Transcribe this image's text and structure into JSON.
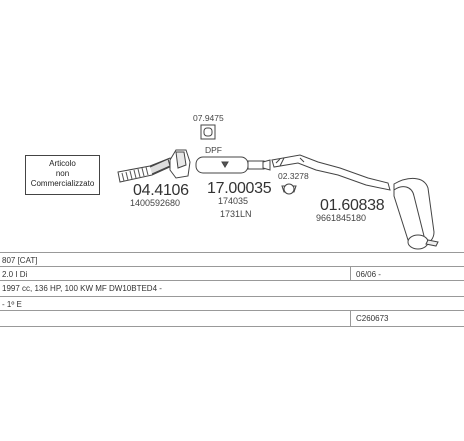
{
  "diagram": {
    "note_lines": [
      "Articolo",
      "non",
      "Commercializzato"
    ],
    "parts": [
      {
        "ref": "04.4106",
        "sub": "1400592680"
      },
      {
        "ref": "17.00035",
        "sub1": "174035",
        "sub2": "1731LN"
      },
      {
        "ref": "01.60838",
        "sub": "9661845180"
      }
    ],
    "clamp_top": {
      "ref": "07.9475"
    },
    "clamp_mid": {
      "ref": "02.3278"
    },
    "dpf_label": "DPF"
  },
  "vehicle_table": {
    "rows": [
      {
        "left": "807 [CAT]",
        "right": ""
      },
      {
        "left": "2.0 I Di",
        "right": "06/06 -"
      },
      {
        "left": "1997 cc, 136 HP, 100 KW MF DW10BTED4 -",
        "right": ""
      },
      {
        "left": "- 1º E",
        "right": ""
      },
      {
        "left": "",
        "right": "C260673"
      }
    ]
  }
}
